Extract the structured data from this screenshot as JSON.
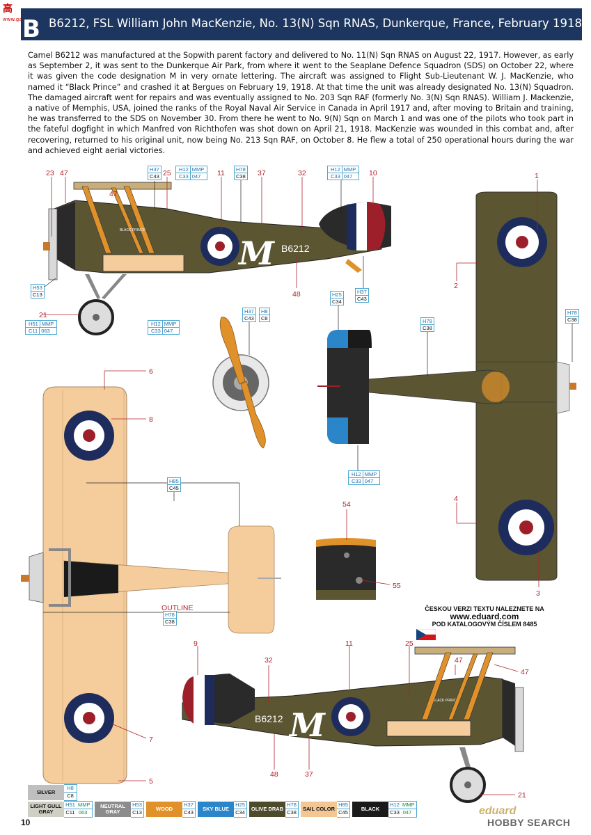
{
  "header": {
    "profile_letter": "B",
    "title": "B6212, FSL William John MacKenzie, No. 13(N) Sqn RNAS, Dunkerque, France, February 1918"
  },
  "watermark": {
    "text": "高",
    "sub": "www.gao-shou.com"
  },
  "description": "Camel B6212 was manufactured at the Sopwith parent factory and delivered to No. 11(N) Sqn RNAS on August 22, 1917. However, as early as September 2, it was sent to the Dunkerque Air Park, from where it went to the Seaplane Defence Squadron (SDS) on October 22, where it was given the code designation M in very ornate lettering. The aircraft was assigned to Flight Sub-Lieutenant W. J. MacKenzie, who named it “Black Prince” and crashed it at Bergues on February 19, 1918. At that time the unit was already designated No. 13(N) Squadron. The damaged aircraft went for repairs and was eventually assigned to No. 203 Sqn RAF (formerly No. 3(N) Sqn RNAS). William J. Mackenzie, a native of Memphis, USA, joined the ranks of the Royal Naval Air Service in Canada in April 1917 and, after moving to Britain and training, he was transferred to the SDS on November 30. From there he went to No. 9(N) Sqn on March 1 and was one of the pilots who took part in the fateful dogfight in which Manfred von Richthofen was shot down on April 21, 1918. MacKenzie was wounded in this combat and, after recovering, returned to his original unit, now being No. 213 Sqn RAF, on October 8. He flew a total of 250 operational hours during the war and achieved eight aerial victories.",
  "aircraft": {
    "serial": "B6212",
    "code_letter": "M",
    "name": "BLACK PRINCE"
  },
  "callouts": {
    "n23": "23",
    "n47a": "47",
    "n25a": "25",
    "n47b": "47",
    "n11a": "11",
    "n37a": "37",
    "n32a": "32",
    "n10": "10",
    "n21a": "21",
    "n48a": "48",
    "n1": "1",
    "n2": "2",
    "n4": "4",
    "n3": "3",
    "n6": "6",
    "n8": "8",
    "n7": "7",
    "n5": "5",
    "n54": "54",
    "n55": "55",
    "n9": "9",
    "n32b": "32",
    "n11b": "11",
    "n25b": "25",
    "n47c": "47",
    "n47d": "47",
    "n48b": "48",
    "n37b": "37",
    "n21b": "21"
  },
  "outline_label": "OUTLINE",
  "codes": {
    "h37": "H37",
    "c43": "C43",
    "h12": "H12",
    "mmp": "MMP",
    "c33": "C33",
    "m047": "047",
    "h78": "H78",
    "c38": "C38",
    "h53": "H53",
    "c13": "C13",
    "h51": "H51",
    "c11": "C11",
    "m063": "063",
    "h8": "H8",
    "c8": "C8",
    "h25": "H25",
    "c34": "C34",
    "h85": "H85",
    "c45": "C45"
  },
  "czech_note": {
    "line1": "ČESKOU VERZI TEXTU NALEZNETE NA",
    "url": "www.eduard.com",
    "line3": "POD KATALOGOVÝM ČÍSLEM 8485"
  },
  "legend": [
    {
      "name": "SILVER",
      "color": "#bfbfbf",
      "h": "H8",
      "c": "C8",
      "m": ""
    },
    {
      "name": "LIGHT GULL GRAY",
      "color": "#cfcfc4",
      "h": "H51",
      "c": "C11",
      "m": "063"
    },
    {
      "name": "NEUTRAL GRAY",
      "color": "#8c8c8c",
      "h": "H53",
      "c": "C13",
      "m": ""
    },
    {
      "name": "WOOD",
      "color": "#e0912a",
      "h": "H37",
      "c": "C43",
      "m": ""
    },
    {
      "name": "SKY BLUE",
      "color": "#2a86c8",
      "h": "H25",
      "c": "C34",
      "m": ""
    },
    {
      "name": "OLIVE DRAB",
      "color": "#4e4a2c",
      "h": "H78",
      "c": "C38",
      "m": ""
    },
    {
      "name": "SAIL COLOR",
      "color": "#f2c794",
      "h": "H85",
      "c": "C45",
      "m": ""
    },
    {
      "name": "BLACK",
      "color": "#1a1a1a",
      "h": "H12",
      "c": "C33",
      "m": "047"
    }
  ],
  "page_number": "10",
  "brand": "eduard",
  "brand2": "HOBBY SEARCH",
  "colors": {
    "olive": "#5b5532",
    "sail": "#f5cd9c",
    "roundel_blue": "#1d2c5c",
    "roundel_red": "#9c1f2a",
    "header_bg": "#1d3660"
  }
}
